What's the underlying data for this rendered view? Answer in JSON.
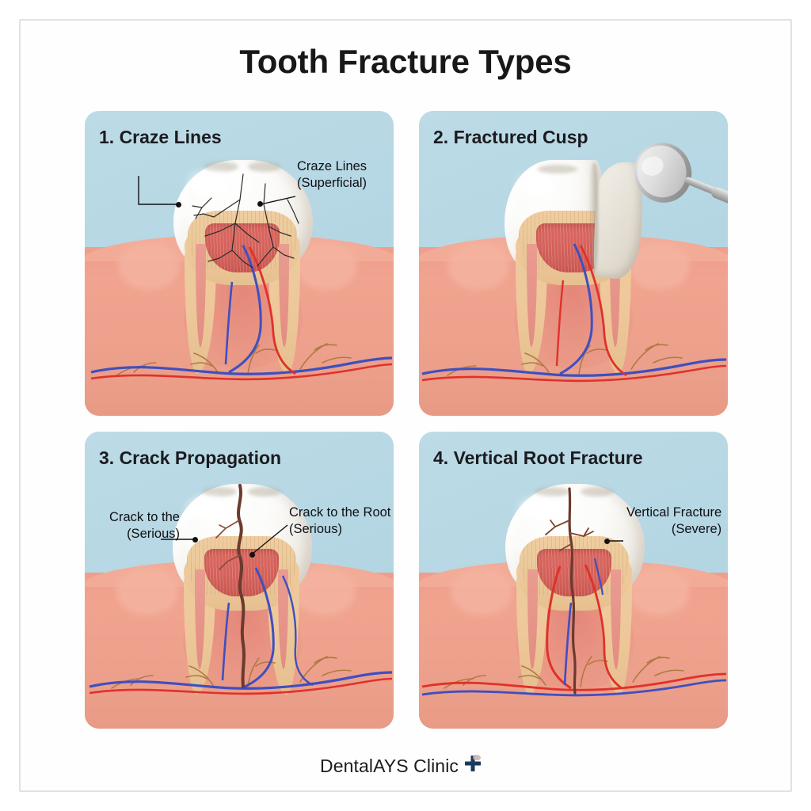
{
  "poster": {
    "title": "Tooth Fracture Types",
    "background_color": "#ffffff",
    "frame_color": "#e2e2e2"
  },
  "theme": {
    "panel_bg": "#b4d6e3",
    "gum": "#f0a48f",
    "enamel": "#fbfbf9",
    "dentin": "#eccb9d",
    "pulp": "#d4615a",
    "artery": "#e0312a",
    "vein": "#3f4fbf",
    "nerve": "#b07a43",
    "crack_dark": "#6b3a2e",
    "craze_line": "#2b2b2b",
    "text": "#18181b",
    "brand_accent": "#1b3b5c"
  },
  "panels": [
    {
      "number": "1.",
      "title": "1. Craze Lines",
      "name": "craze-lines",
      "callouts": [
        {
          "lines": [
            "Craze Lines",
            "(Superficial)"
          ],
          "align": "left",
          "severity": "Superficial"
        }
      ],
      "has_mirror": false
    },
    {
      "number": "2.",
      "title": "2. Fractured Cusp",
      "name": "fractured-cusp",
      "callouts": [],
      "has_mirror": true
    },
    {
      "number": "3.",
      "title": "3. Crack Propagation",
      "name": "crack-propagation",
      "callouts": [
        {
          "lines": [
            "Crack to the",
            "(Serious)"
          ],
          "align": "right",
          "severity": "Serious"
        },
        {
          "lines": [
            "Crack to the Root",
            "(Serious)"
          ],
          "align": "left",
          "severity": "Serious"
        }
      ],
      "has_mirror": false
    },
    {
      "number": "4.",
      "title": "4. Vertical Root Fracture",
      "name": "vertical-root-fracture",
      "callouts": [
        {
          "lines": [
            "Vertical Fracture",
            "(Severe)"
          ],
          "align": "left",
          "severity": "Severe"
        }
      ],
      "has_mirror": false
    }
  ],
  "footer": {
    "brand": "DentalAYS Clinic",
    "icon": "medical-cross-icon"
  }
}
